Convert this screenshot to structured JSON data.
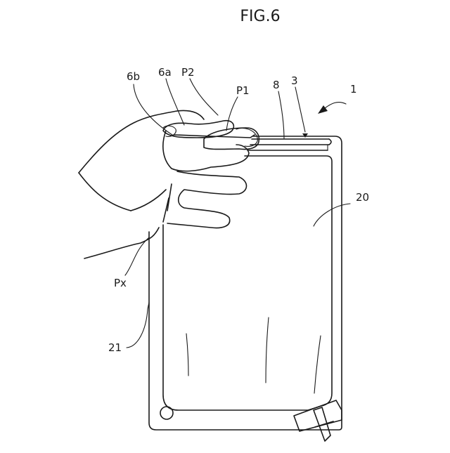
{
  "figure": {
    "title": "FIG.6",
    "labels": {
      "ref_1": "1",
      "ref_3": "3",
      "ref_8": "8",
      "ref_20": "20",
      "ref_21": "21",
      "ref_6a": "6a",
      "ref_6b": "6b",
      "ref_P1": "P1",
      "ref_P2": "P2",
      "ref_Px": "Px"
    }
  }
}
